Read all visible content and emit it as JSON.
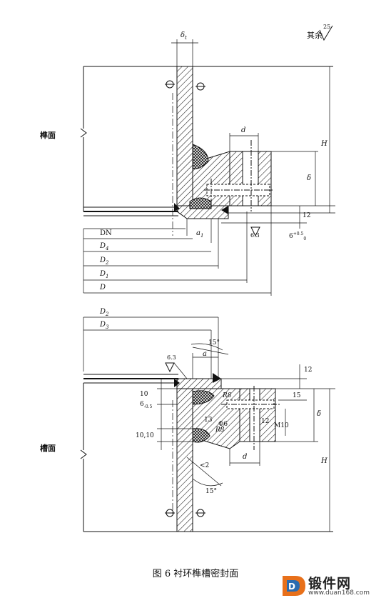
{
  "top_view": {
    "section_label": "榫面",
    "remark": "其余",
    "remark_roughness": "25",
    "delta_t": "δ",
    "delta_t_sub": "t",
    "d": "d",
    "H": "H",
    "delta": "δ",
    "dim_12": "12",
    "dim_6": "6",
    "dim_6_tol": "+0.5",
    "dim_6_tol2": "0",
    "roughness_63": "6.3",
    "a1": "a",
    "a1_sub": "1",
    "DN": "DN",
    "D4": "D",
    "D4_sub": "4",
    "D2": "D",
    "D2_sub": "2",
    "D1": "D",
    "D1_sub": "1",
    "D": "D"
  },
  "bottom_view": {
    "section_label": "槽面",
    "D2": "D",
    "D2_sub": "2",
    "D3": "D",
    "D3_sub": "3",
    "angle_top": "15°",
    "a": "a",
    "roughness_63": "6.3",
    "dim_12": "12",
    "dim_10": "10",
    "dim_6": "6",
    "dim_6_tol": "-0.5",
    "R8_top": "R8",
    "dim_15": "15",
    "delta": "δ",
    "dim_13": "13",
    "dim_12b": "12",
    "phi6": "Φ6",
    "M10": "M10",
    "R8_bottom": "R8",
    "dim_10_10": "10,10",
    "d": "d",
    "dim_lt2": "<2",
    "angle_bottom": "15°",
    "H": "H"
  },
  "caption": "图 6   衬环榫槽密封面",
  "watermark": {
    "name": "锻件网",
    "url": "www.duan168.com"
  }
}
